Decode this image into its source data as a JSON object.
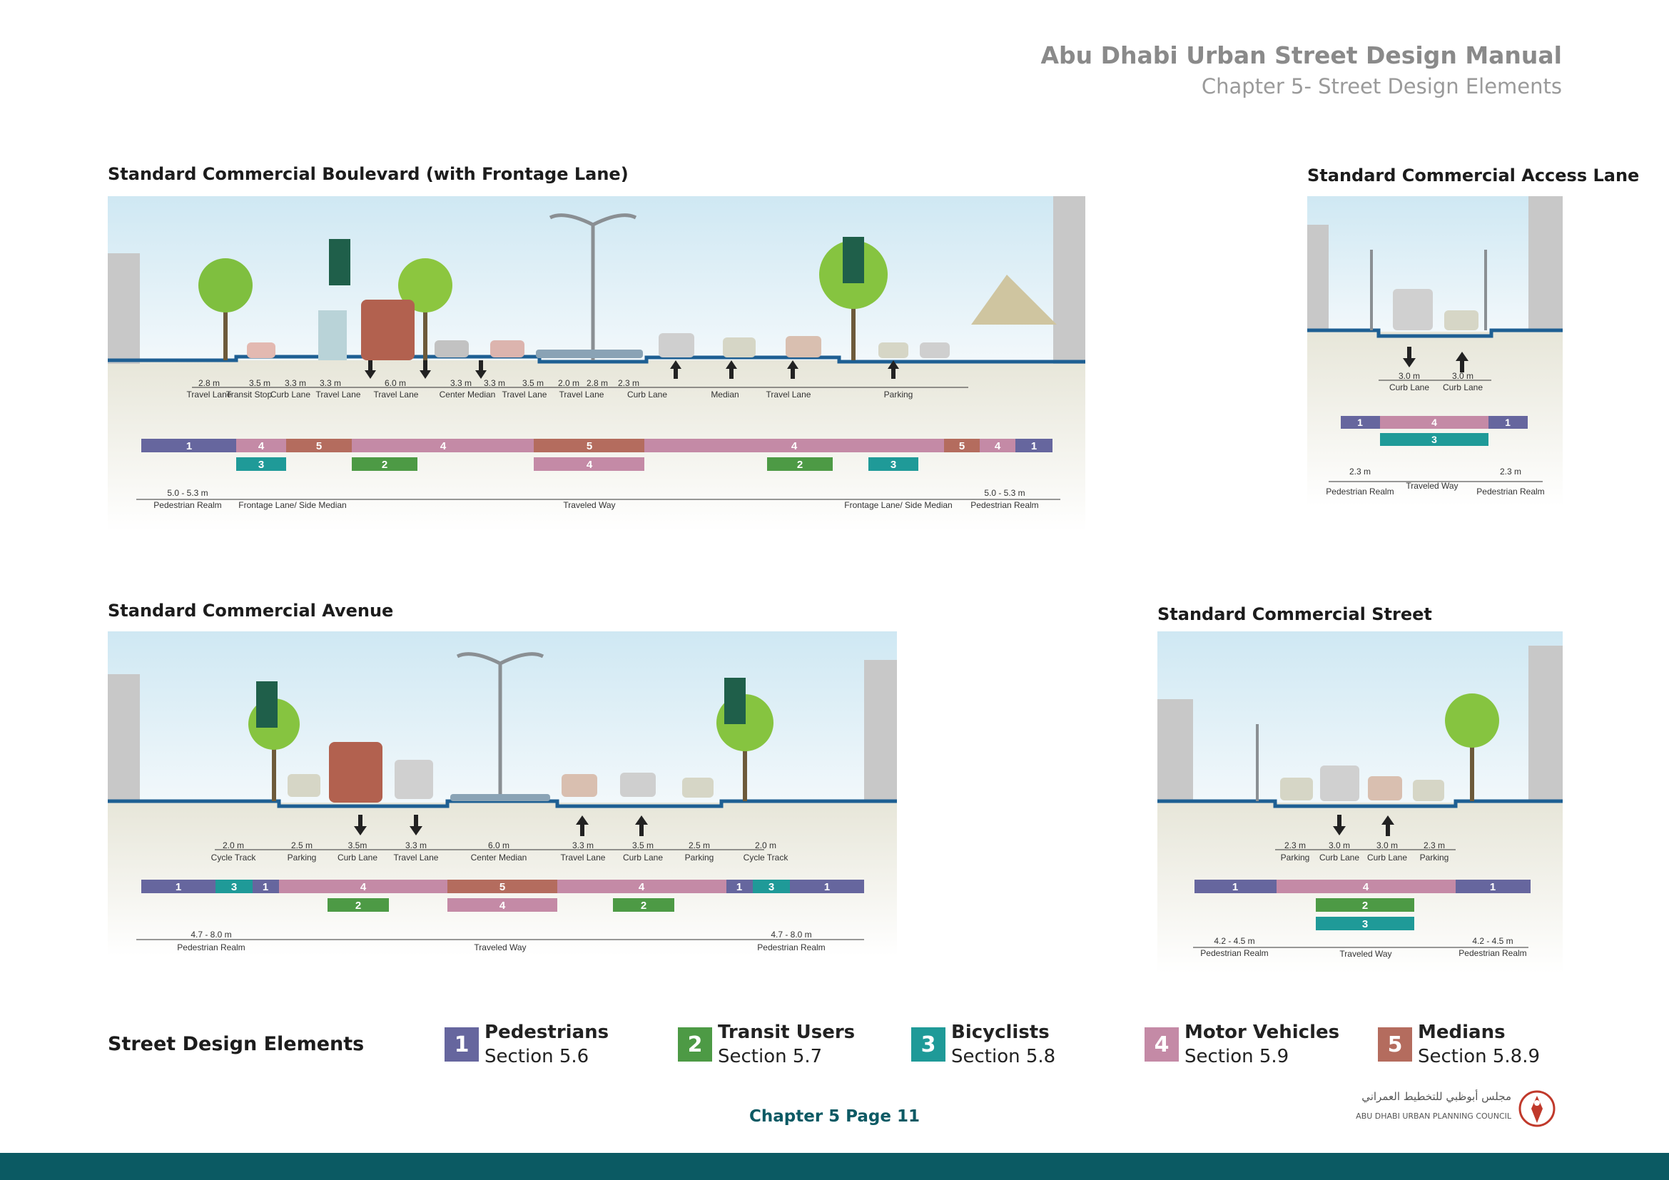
{
  "header": {
    "title": "Abu Dhabi Urban Street Design Manual",
    "subtitle": "Chapter 5- Street Design Elements"
  },
  "colors": {
    "pedestrians": "#66669e",
    "transit": "#4d9a45",
    "bicyclists": "#1f9a98",
    "motor": "#c48aa6",
    "medians": "#b46c5e",
    "footer": "#0b5a63"
  },
  "sections": {
    "boulevard": {
      "title": "Standard Commercial Boulevard (with Frontage Lane)",
      "dims": [
        "2.8 m",
        "3.5 m",
        "3.3 m",
        "3.3 m",
        "6.0 m",
        "3.3 m",
        "3.3 m",
        "3.5 m",
        "2.0 m",
        "2.8 m",
        "2.3 m"
      ],
      "lane_labels": [
        "Travel Lane",
        "Transit Stop",
        "Curb Lane",
        "Travel Lane",
        "Travel Lane",
        "Center Median",
        "Travel Lane",
        "Travel Lane",
        "Curb Lane",
        "Median",
        "Travel Lane",
        "Parking"
      ],
      "bars": [
        "1",
        "4",
        "5",
        "4",
        "5",
        "4",
        "5",
        "4",
        "1",
        "3",
        "2",
        "4",
        "2",
        "3"
      ],
      "realm": [
        "5.0 - 5.3 m",
        "Pedestrian Realm",
        "Frontage Lane/ Side Median",
        "Traveled Way",
        "Frontage Lane/ Side Median",
        "5.0 - 5.3 m",
        "Pedestrian Realm"
      ]
    },
    "access": {
      "title": "Standard Commercial Access Lane",
      "dims": [
        "3.0 m",
        "3.0 m"
      ],
      "lane_labels": [
        "Curb Lane",
        "Curb Lane"
      ],
      "bars": [
        "1",
        "4",
        "1",
        "3"
      ],
      "realm": [
        "2.3 m",
        "Pedestrian Realm",
        "Traveled Way",
        "2.3 m",
        "Pedestrian Realm"
      ]
    },
    "avenue": {
      "title": "Standard Commercial Avenue",
      "dims": [
        "2.0 m",
        "2.5 m",
        "3.5m",
        "3.3 m",
        "6.0 m",
        "3.3 m",
        "3.5 m",
        "2.5 m",
        "2.0 m"
      ],
      "lane_labels": [
        "Cycle Track",
        "Parking",
        "Curb Lane",
        "Travel Lane",
        "Center Median",
        "Travel Lane",
        "Curb Lane",
        "Parking",
        "Cycle Track"
      ],
      "bars": [
        "1",
        "3",
        "1",
        "4",
        "5",
        "4",
        "1",
        "3",
        "1",
        "2",
        "4",
        "2"
      ],
      "realm": [
        "4.7 - 8.0 m",
        "Pedestrian Realm",
        "Traveled Way",
        "4.7 - 8.0 m",
        "Pedestrian Realm"
      ]
    },
    "street": {
      "title": "Standard Commercial Street",
      "dims": [
        "2.3 m",
        "3.0 m",
        "3.0 m",
        "2.3 m"
      ],
      "lane_labels": [
        "Parking",
        "Curb Lane",
        "Curb Lane",
        "Parking"
      ],
      "bars": [
        "1",
        "4",
        "1",
        "2",
        "3"
      ],
      "realm": [
        "4.2 - 4.5 m",
        "Pedestrian Realm",
        "Traveled Way",
        "4.2 - 4.5 m",
        "Pedestrian Realm"
      ]
    }
  },
  "legend": {
    "title": "Street Design Elements",
    "items": [
      {
        "num": "1",
        "name": "Pedestrians",
        "section": "Section 5.6"
      },
      {
        "num": "2",
        "name": "Transit Users",
        "section": "Section 5.7"
      },
      {
        "num": "3",
        "name": "Bicyclists",
        "section": "Section 5.8"
      },
      {
        "num": "4",
        "name": "Motor Vehicles",
        "section": "Section 5.9"
      },
      {
        "num": "5",
        "name": "Medians",
        "section": "Section 5.8.9"
      }
    ]
  },
  "footer": {
    "page": "Chapter 5 Page 11",
    "logo_arabic": "مجلس أبوظبي للتخطيط العمراني",
    "logo_english": "ABU DHABI URBAN PLANNING COUNCIL"
  }
}
